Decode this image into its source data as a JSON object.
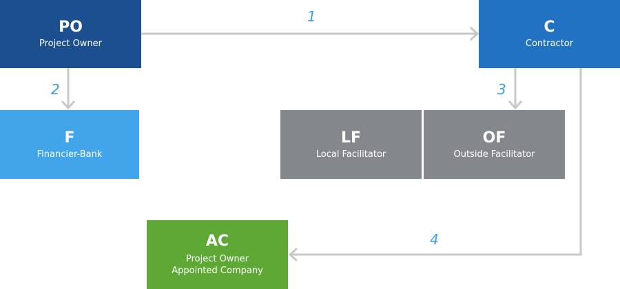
{
  "boxes": {
    "po": {
      "abbr": "PO",
      "label": "Project Owner",
      "color": "#1c4f8f"
    },
    "c": {
      "abbr": "C",
      "label": "Contractor",
      "color": "#2272c3"
    },
    "f": {
      "abbr": "F",
      "label": "Financier-Bank",
      "color": "#42a5ea"
    },
    "lf": {
      "abbr": "LF",
      "label": "Local Facilitator",
      "color": "#84878c"
    },
    "of": {
      "abbr": "OF",
      "label": "Outside Facilitator",
      "color": "#84878c"
    },
    "ac": {
      "abbr": "AC",
      "label_line1": "Project Owner",
      "label_line2": "Appointed Company",
      "color": "#5ea935"
    }
  },
  "steps": {
    "s1": "1",
    "s2": "2",
    "s3": "3",
    "s4": "4"
  },
  "connector_color": "#c8c8c8",
  "step_color": "#3a9ee0"
}
